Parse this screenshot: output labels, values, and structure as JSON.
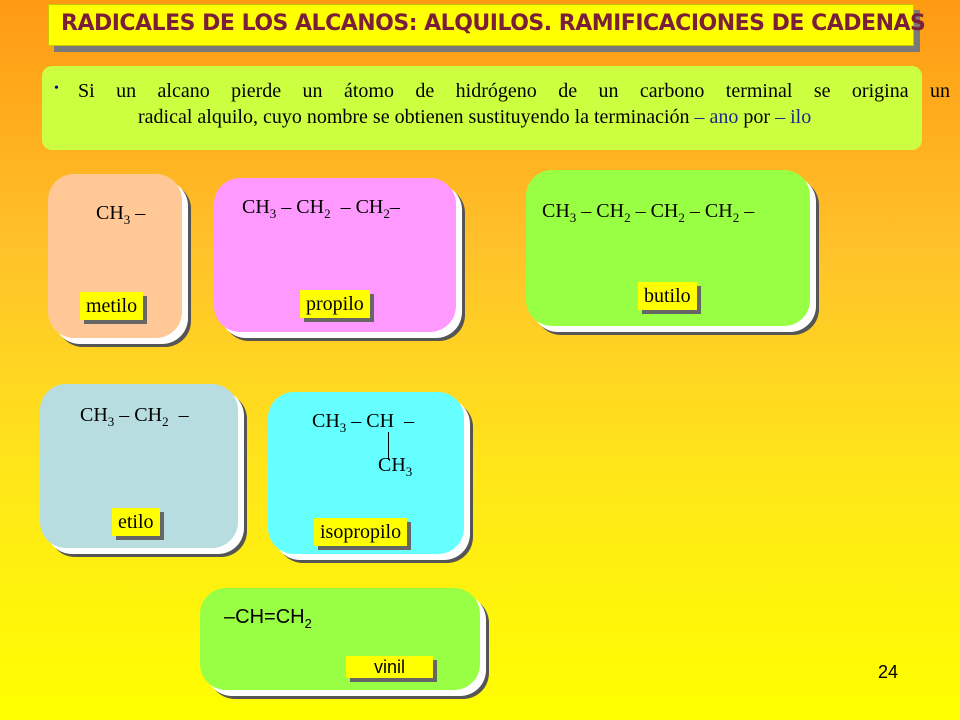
{
  "title": "RADICALES DE LOS ALCANOS: ALQUILOS. RAMIFICACIONES DE CADENAS",
  "intro": {
    "bullet": "•",
    "line1": "Si un alcano pierde un átomo de hidrógeno de un carbono terminal se origina un",
    "line2_a": "radical alquilo, cuyo nombre se obtienen sustituyendo la terminación",
    "line2_b": "– ano",
    "line2_c": "por",
    "line2_d": "– ilo"
  },
  "cards": {
    "metilo": {
      "formula_html": "CH<sub>3</sub> –",
      "label": "metilo",
      "color": "#ffc896"
    },
    "propilo": {
      "formula_html": "CH<sub>3</sub> – CH<sub>2</sub> &nbsp;– CH<sub>2</sub>–",
      "label": "propilo",
      "color": "#ff99ff"
    },
    "butilo": {
      "formula_html": "CH<sub>3</sub> – CH<sub>2</sub> – CH<sub>2</sub> – CH<sub>2</sub> –",
      "label": "butilo",
      "color": "#99ff44"
    },
    "etilo": {
      "formula_html": "CH<sub>3</sub> – CH<sub>2</sub> &nbsp;–",
      "label": "etilo",
      "color": "#b8dde0"
    },
    "isopropilo": {
      "formula_html": "CH<sub>3</sub> – CH &nbsp;–",
      "branch_html": "CH<sub>3</sub>",
      "label": "isopropilo",
      "color": "#66ffff"
    },
    "vinil": {
      "formula_html": "–CH=CH<sub>2</sub>",
      "label": "vinil",
      "color": "#99ff44"
    }
  },
  "page_number": "24"
}
